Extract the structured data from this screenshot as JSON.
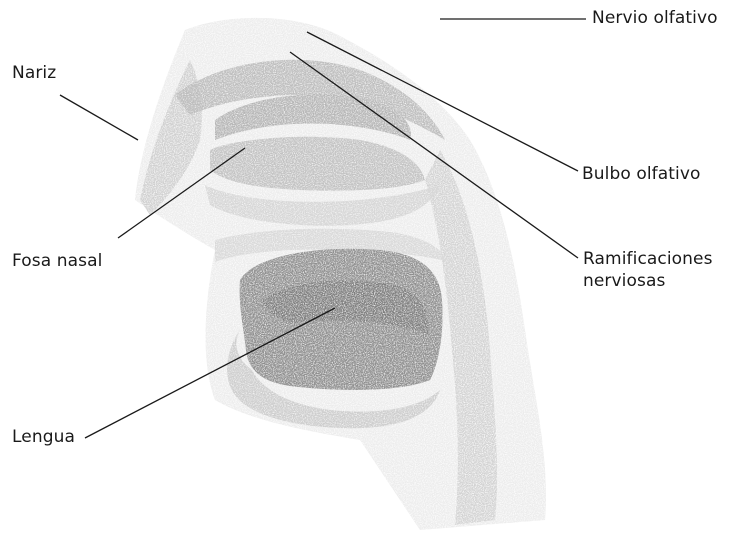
{
  "labels": {
    "nervio_olfativo": "Nervio olfativo",
    "nariz": "Nariz",
    "bulbo_olfativo": "Bulbo olfativo",
    "fosa_nasal": "Fosa nasal",
    "ramificaciones_line1": "Ramificaciones",
    "ramificaciones_line2": "nerviosas",
    "lengua": "Lengua"
  },
  "colors": {
    "tissue_light": "#e6e6e6",
    "tissue_mid": "#c4c4c4",
    "tissue_dark": "#a9a9a9",
    "tongue": "#8e8e8e",
    "tongue_dark": "#7a7a7a",
    "leader": "#1a1a1a"
  }
}
